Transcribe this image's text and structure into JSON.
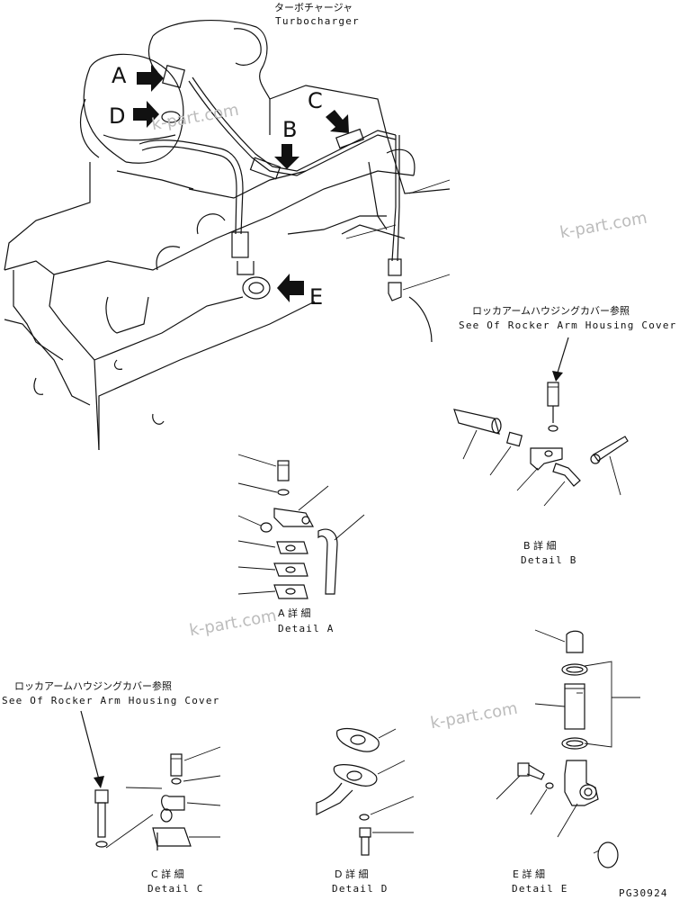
{
  "labels": {
    "turbocharger_jp": "ターボチャージャ",
    "turbocharger_en": "Turbocharger",
    "rocker_b_jp": "ロッカアームハウジングカバー参照",
    "rocker_b_en": "See Of Rocker Arm Housing Cover",
    "rocker_c_jp": "ロッカアームハウジングカバー参照",
    "rocker_c_en": "See Of Rocker Arm Housing Cover",
    "detail_a_jp": "A 詳 細",
    "detail_a_en": "Detail A",
    "detail_b_jp": "B 詳 細",
    "detail_b_en": "Detail B",
    "detail_c_jp": "C 詳 細",
    "detail_c_en": "Detail C",
    "detail_d_jp": "D 詳 細",
    "detail_d_en": "Detail D",
    "detail_e_jp": "E 詳 細",
    "detail_e_en": "Detail E",
    "drawing_number": "PG30924"
  },
  "callouts": {
    "a": "A",
    "b": "B",
    "c": "C",
    "d": "D",
    "e": "E"
  },
  "watermarks": [
    "k-part.com",
    "k-part.com",
    "k-part.com",
    "k-part.com"
  ]
}
